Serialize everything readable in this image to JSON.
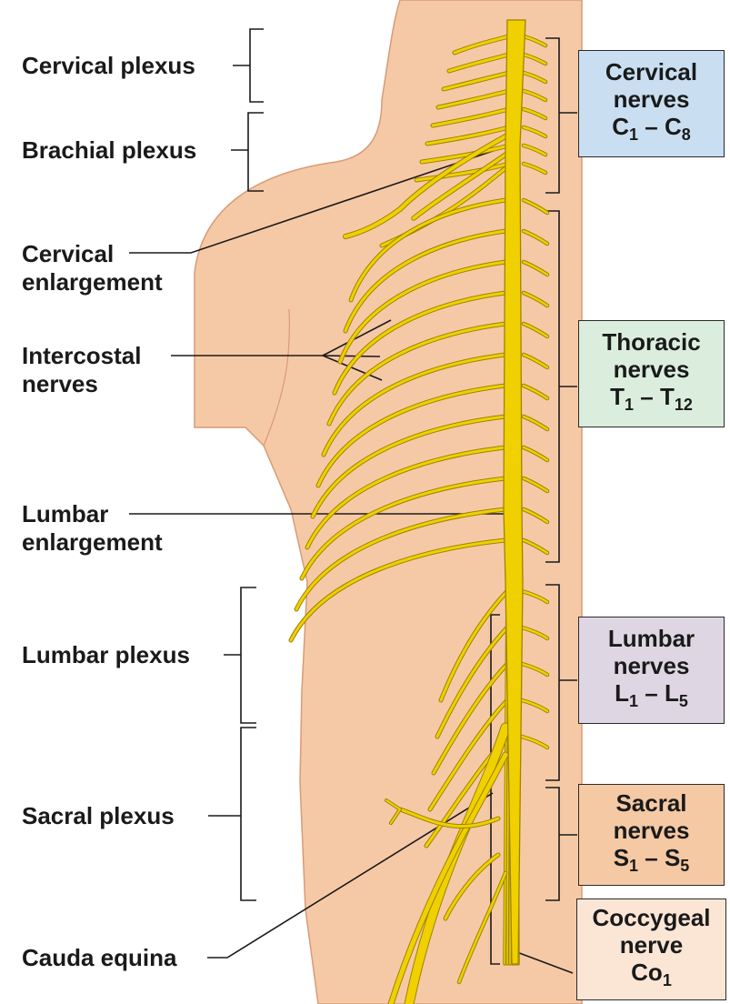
{
  "left_labels": {
    "cervical_plexus": "Cervical plexus",
    "brachial_plexus": "Brachial plexus",
    "cervical_enlargement": [
      "Cervical",
      "enlargement"
    ],
    "intercostal_nerves": [
      "Intercostal",
      "nerves"
    ],
    "lumbar_enlargement": [
      "Lumbar",
      "enlargement"
    ],
    "lumbar_plexus": "Lumbar plexus",
    "sacral_plexus": "Sacral plexus",
    "cauda_equina": "Cauda equina"
  },
  "right_boxes": {
    "cervical": {
      "lines": [
        "Cervical",
        "nerves",
        "C1 – C8"
      ],
      "color": "#c9dff1"
    },
    "thoracic": {
      "lines": [
        "Thoracic",
        "nerves",
        "T1 – T12"
      ],
      "color": "#dbeedd"
    },
    "lumbar": {
      "lines": [
        "Lumbar",
        "nerves",
        "L1 – L5"
      ],
      "color": "#ded7e3"
    },
    "sacral": {
      "lines": [
        "Sacral",
        "nerves",
        "S1 – S5"
      ],
      "color": "#f4c9a4"
    },
    "coccygeal": {
      "lines": [
        "Coccygeal",
        "nerve",
        "Co1"
      ],
      "color": "#fbe6d6"
    }
  },
  "colors": {
    "skin": "#f6c9a6",
    "skin_outline": "#d99a76",
    "nerve": "#f0d000",
    "nerve_outline": "#9c8400"
  }
}
